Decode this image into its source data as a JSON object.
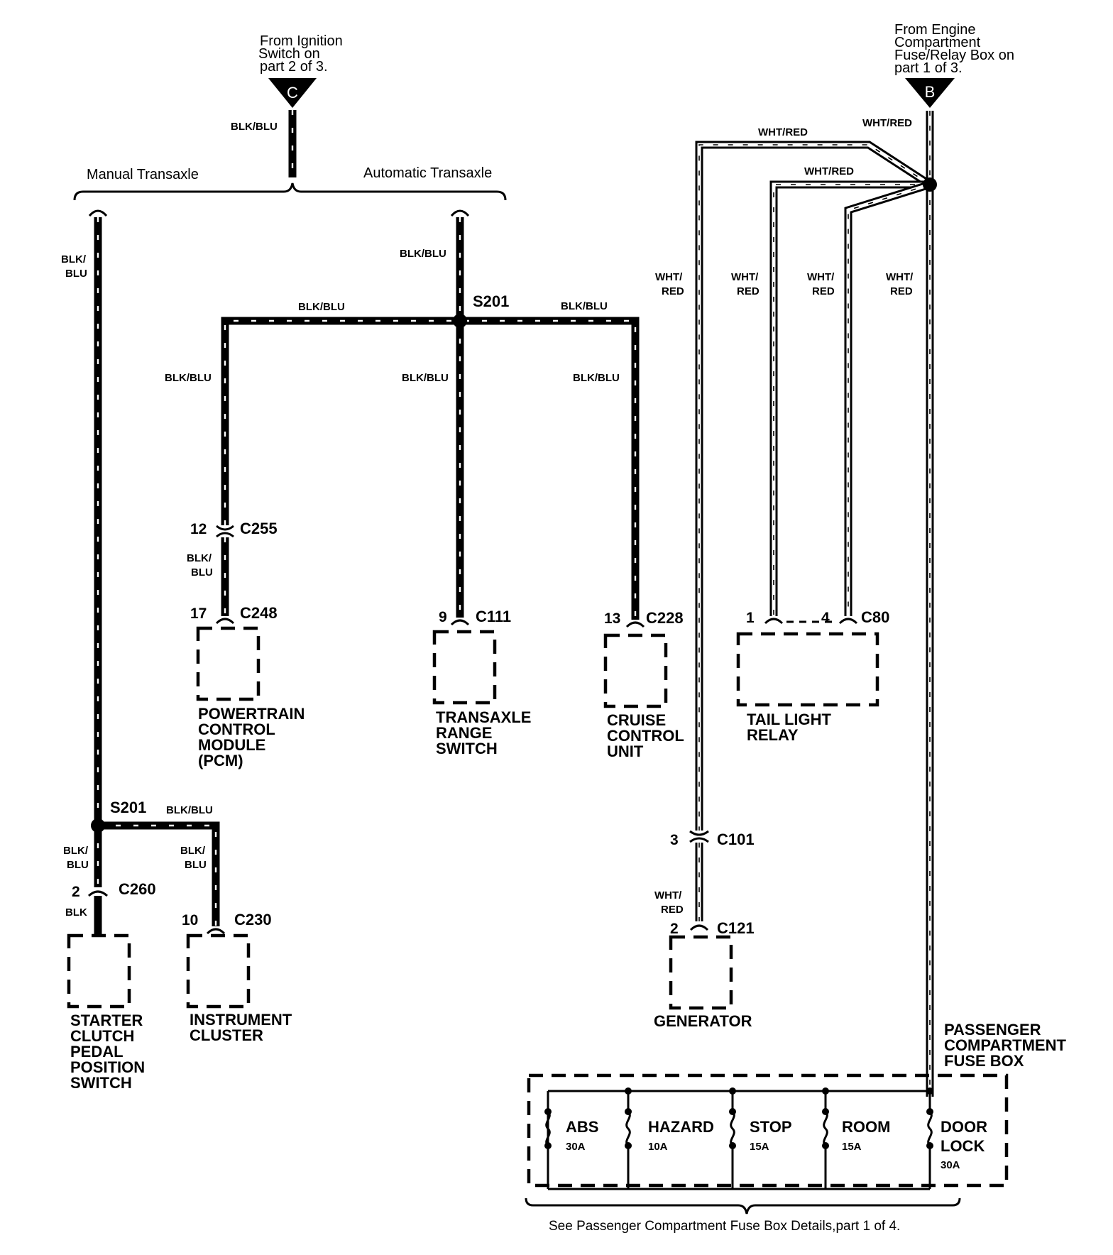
{
  "sources": {
    "ignition": {
      "letter": "C",
      "text": [
        "From Ignition",
        "Switch on",
        "part 2 of 3."
      ]
    },
    "engine": {
      "letter": "B",
      "text": [
        "From Engine",
        "Compartment",
        "Fuse/Relay Box on",
        "part 1 of 3."
      ]
    }
  },
  "branches": {
    "manual": "Manual Transaxle",
    "automatic": "Automatic Transaxle"
  },
  "wires": {
    "blk_blu": "BLK/BLU",
    "blk_blu_split": [
      "BLK/",
      "BLU"
    ],
    "blk": "BLK",
    "wht_red": "WHT/RED",
    "wht_red_split": [
      "WHT/",
      "RED"
    ]
  },
  "splices": {
    "s201": "S201"
  },
  "connectors": {
    "c255": {
      "name": "C255",
      "pin": "12"
    },
    "c248": {
      "name": "C248",
      "pin": "17"
    },
    "c111": {
      "name": "C111",
      "pin": "9"
    },
    "c228": {
      "name": "C228",
      "pin": "13"
    },
    "c80": {
      "name": "C80",
      "pin_a": "1",
      "pin_b": "4"
    },
    "c260": {
      "name": "C260",
      "pin": "2"
    },
    "c230": {
      "name": "C230",
      "pin": "10"
    },
    "c101": {
      "name": "C101",
      "pin": "3"
    },
    "c121": {
      "name": "C121",
      "pin": "2"
    }
  },
  "components": {
    "pcm": [
      "POWERTRAIN",
      "CONTROL",
      "MODULE",
      "(PCM)"
    ],
    "trs": [
      "TRANSAXLE",
      "RANGE",
      "SWITCH"
    ],
    "ccu": [
      "CRUISE",
      "CONTROL",
      "UNIT"
    ],
    "tlr": [
      "TAIL LIGHT",
      "RELAY"
    ],
    "scpps": [
      "STARTER",
      "CLUTCH",
      "PEDAL",
      "POSITION",
      "SWITCH"
    ],
    "ic": [
      "INSTRUMENT",
      "CLUSTER"
    ],
    "gen": [
      "GENERATOR"
    ],
    "pcfb": [
      "PASSENGER",
      "COMPARTMENT",
      "FUSE BOX"
    ]
  },
  "fuses": [
    {
      "name": "ABS",
      "name2": "",
      "rating": "30A"
    },
    {
      "name": "HAZARD",
      "name2": "",
      "rating": "10A"
    },
    {
      "name": "STOP",
      "name2": "",
      "rating": "15A"
    },
    {
      "name": "ROOM",
      "name2": "",
      "rating": "15A"
    },
    {
      "name": "DOOR",
      "name2": "LOCK",
      "rating": "30A"
    }
  ],
  "footnote": "See Passenger Compartment Fuse Box Details,part 1 of 4."
}
